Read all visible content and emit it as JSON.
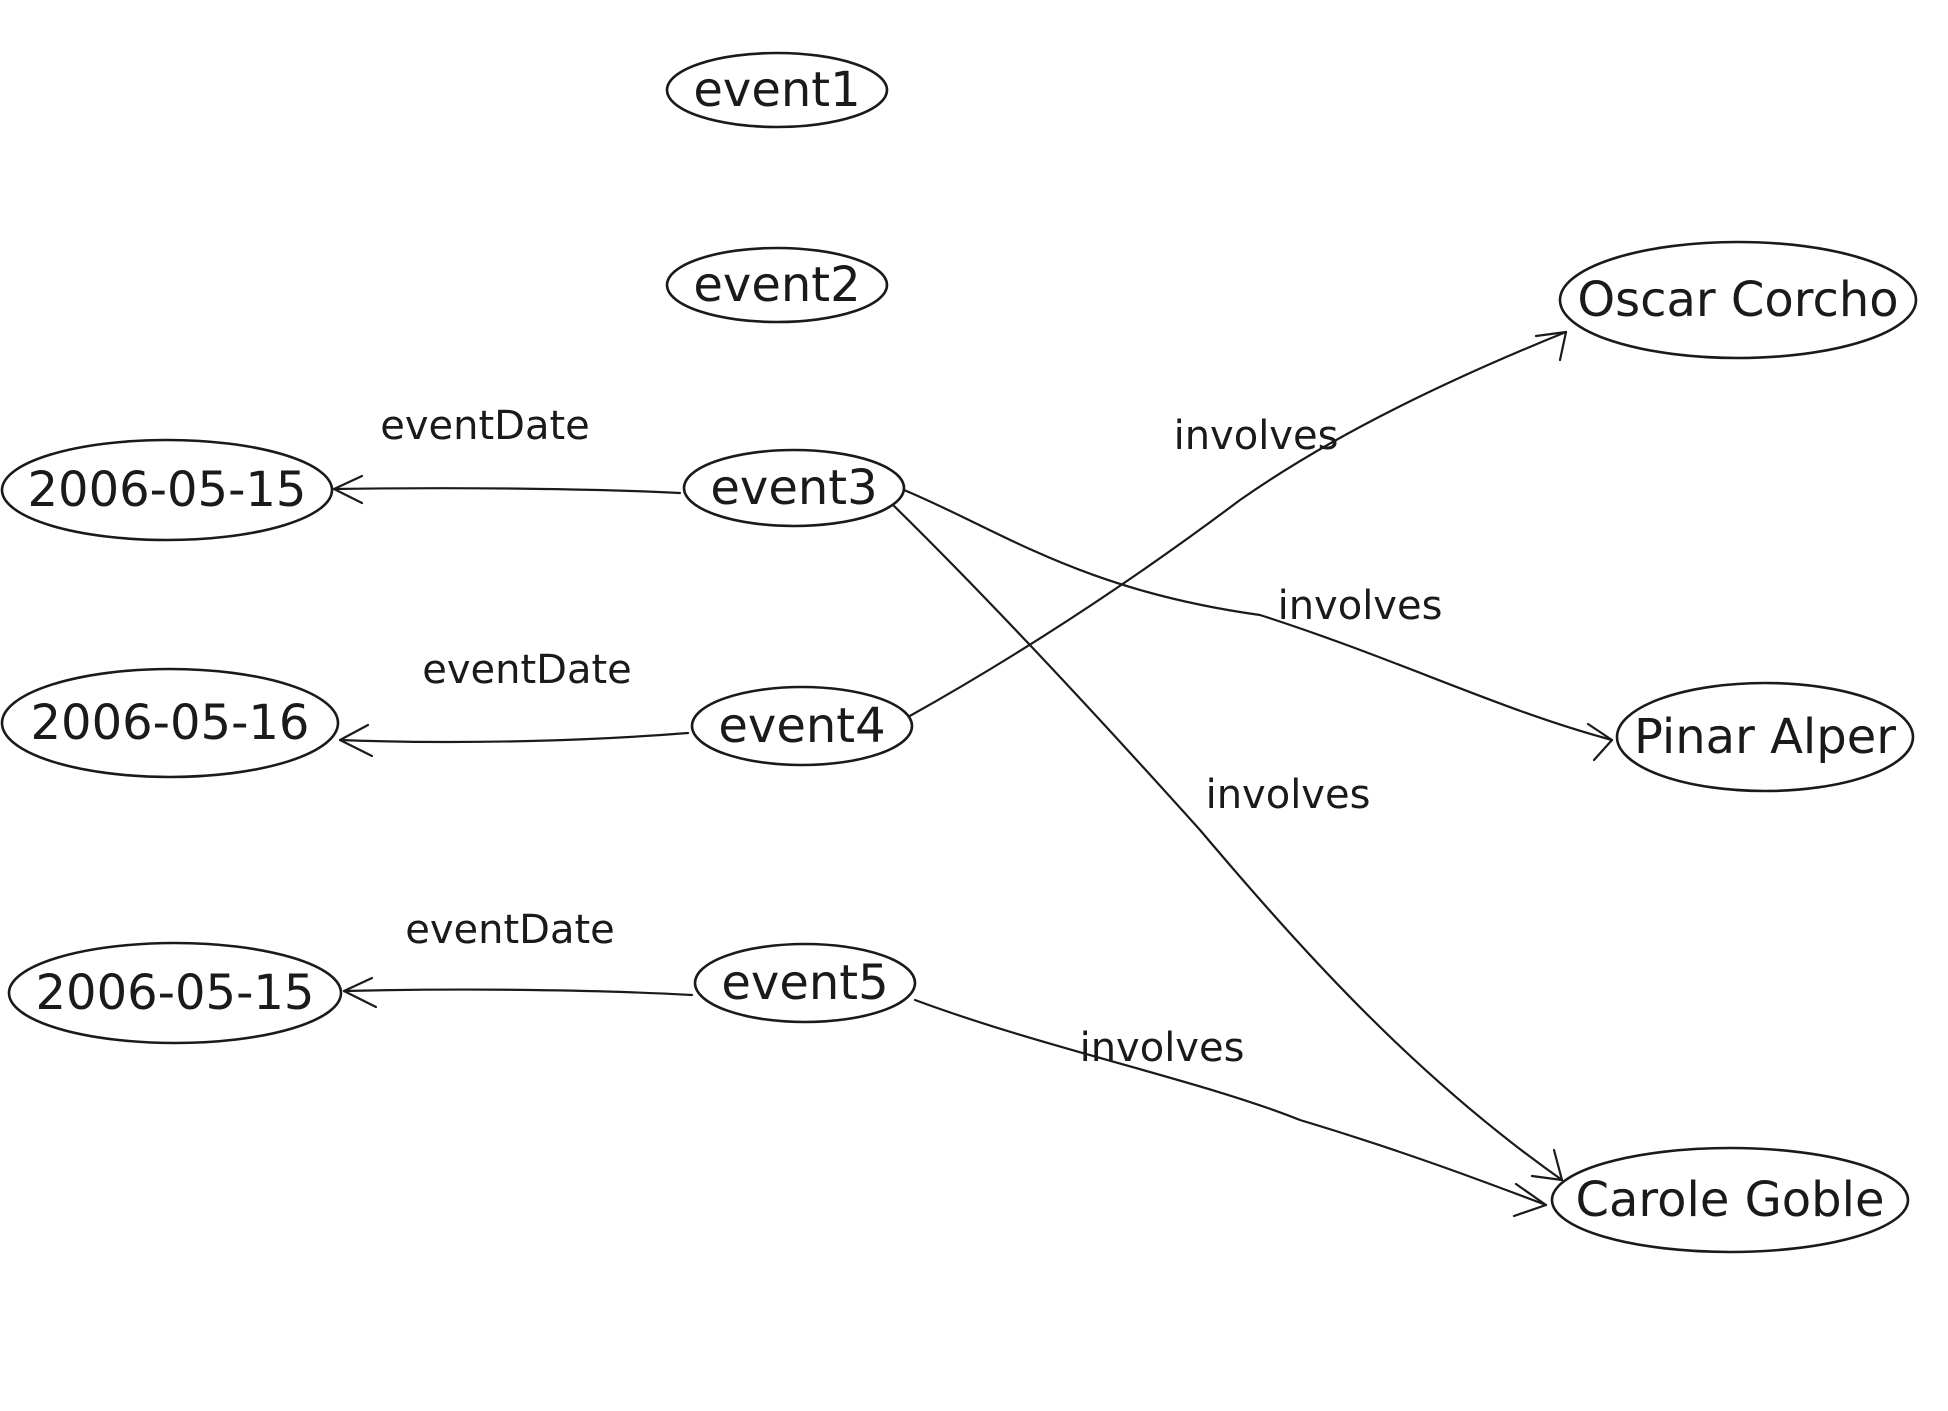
{
  "nodes": {
    "event1": "event1",
    "event2": "event2",
    "event3": "event3",
    "event4": "event4",
    "event5": "event5",
    "date_a": "2006-05-15",
    "date_b": "2006-05-16",
    "date_c": "2006-05-15",
    "oscar": "Oscar Corcho",
    "pinar": "Pinar Alper",
    "carole": "Carole Goble"
  },
  "edges": {
    "e3_date": "eventDate",
    "e4_date": "eventDate",
    "e5_date": "eventDate",
    "e4_oscar": "involves",
    "e3_pinar": "involves",
    "e3_carole": "involves",
    "e5_carole": "involves"
  },
  "colors": {
    "ink": "#1a1a1a",
    "background": "#ffffff"
  }
}
